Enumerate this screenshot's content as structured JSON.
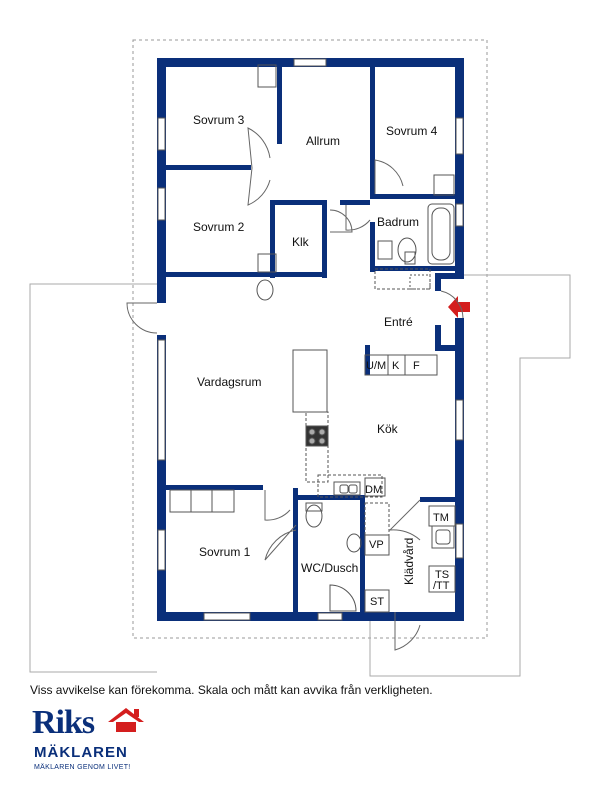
{
  "rooms": {
    "sovrum3": "Sovrum 3",
    "allrum": "Allrum",
    "sovrum4": "Sovrum 4",
    "sovrum2": "Sovrum 2",
    "klk": "Klk",
    "badrum": "Badrum",
    "entre": "Entré",
    "vardagsrum": "Vardagsrum",
    "kok": "Kök",
    "sovrum1": "Sovrum 1",
    "wc_dusch": "WC/Dusch",
    "kladvard": "Klädvård"
  },
  "fixtures": {
    "um": "U/M",
    "k": "K",
    "f": "F",
    "dm": "DM",
    "vp": "VP",
    "st": "ST",
    "tm": "TM",
    "ts": "TS",
    "tt": "/TT"
  },
  "disclaimer": "Viss avvikelse kan förekomma. Skala och mått kan avvika från verkligheten.",
  "logo": {
    "brand_top": "Riks",
    "brand_bottom": "MÄKLAREN",
    "tagline": "MÄKLAREN GENOM LIVET!"
  },
  "colors": {
    "wall": "#0a2f7a",
    "entrance_arrow": "#d41e1e",
    "logo_roof": "#d41e1e"
  }
}
